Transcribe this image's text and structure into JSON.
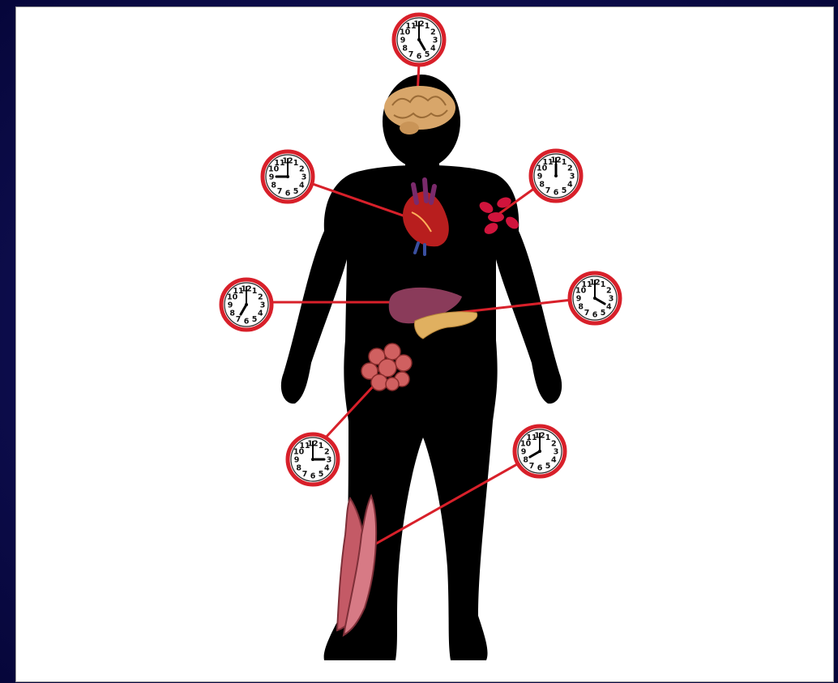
{
  "colors": {
    "slide_background": "#0b0b4a",
    "panel_background": "#ffffff",
    "body_silhouette": "#000000",
    "connector_line": "#d8202a",
    "clock_ring": "#d8202a"
  },
  "clock_numerals": [
    "12",
    "1",
    "2",
    "3",
    "4",
    "5",
    "6",
    "7",
    "8",
    "9",
    "10",
    "11"
  ],
  "clocks": [
    {
      "id": "brain",
      "organ": "brain-icon",
      "hour": 5,
      "minute": 0
    },
    {
      "id": "heart",
      "organ": "heart-icon",
      "hour": 9,
      "minute": 0
    },
    {
      "id": "blood",
      "organ": "blood-cells-icon",
      "hour": 12,
      "minute": 0
    },
    {
      "id": "liver",
      "organ": "liver-icon",
      "hour": 7,
      "minute": 0
    },
    {
      "id": "pancreas",
      "organ": "pancreas-icon",
      "hour": 4,
      "minute": 0
    },
    {
      "id": "fat",
      "organ": "fat-cells-icon",
      "hour": 3,
      "minute": 0
    },
    {
      "id": "muscle",
      "organ": "muscle-icon",
      "hour": 8,
      "minute": 0
    }
  ]
}
